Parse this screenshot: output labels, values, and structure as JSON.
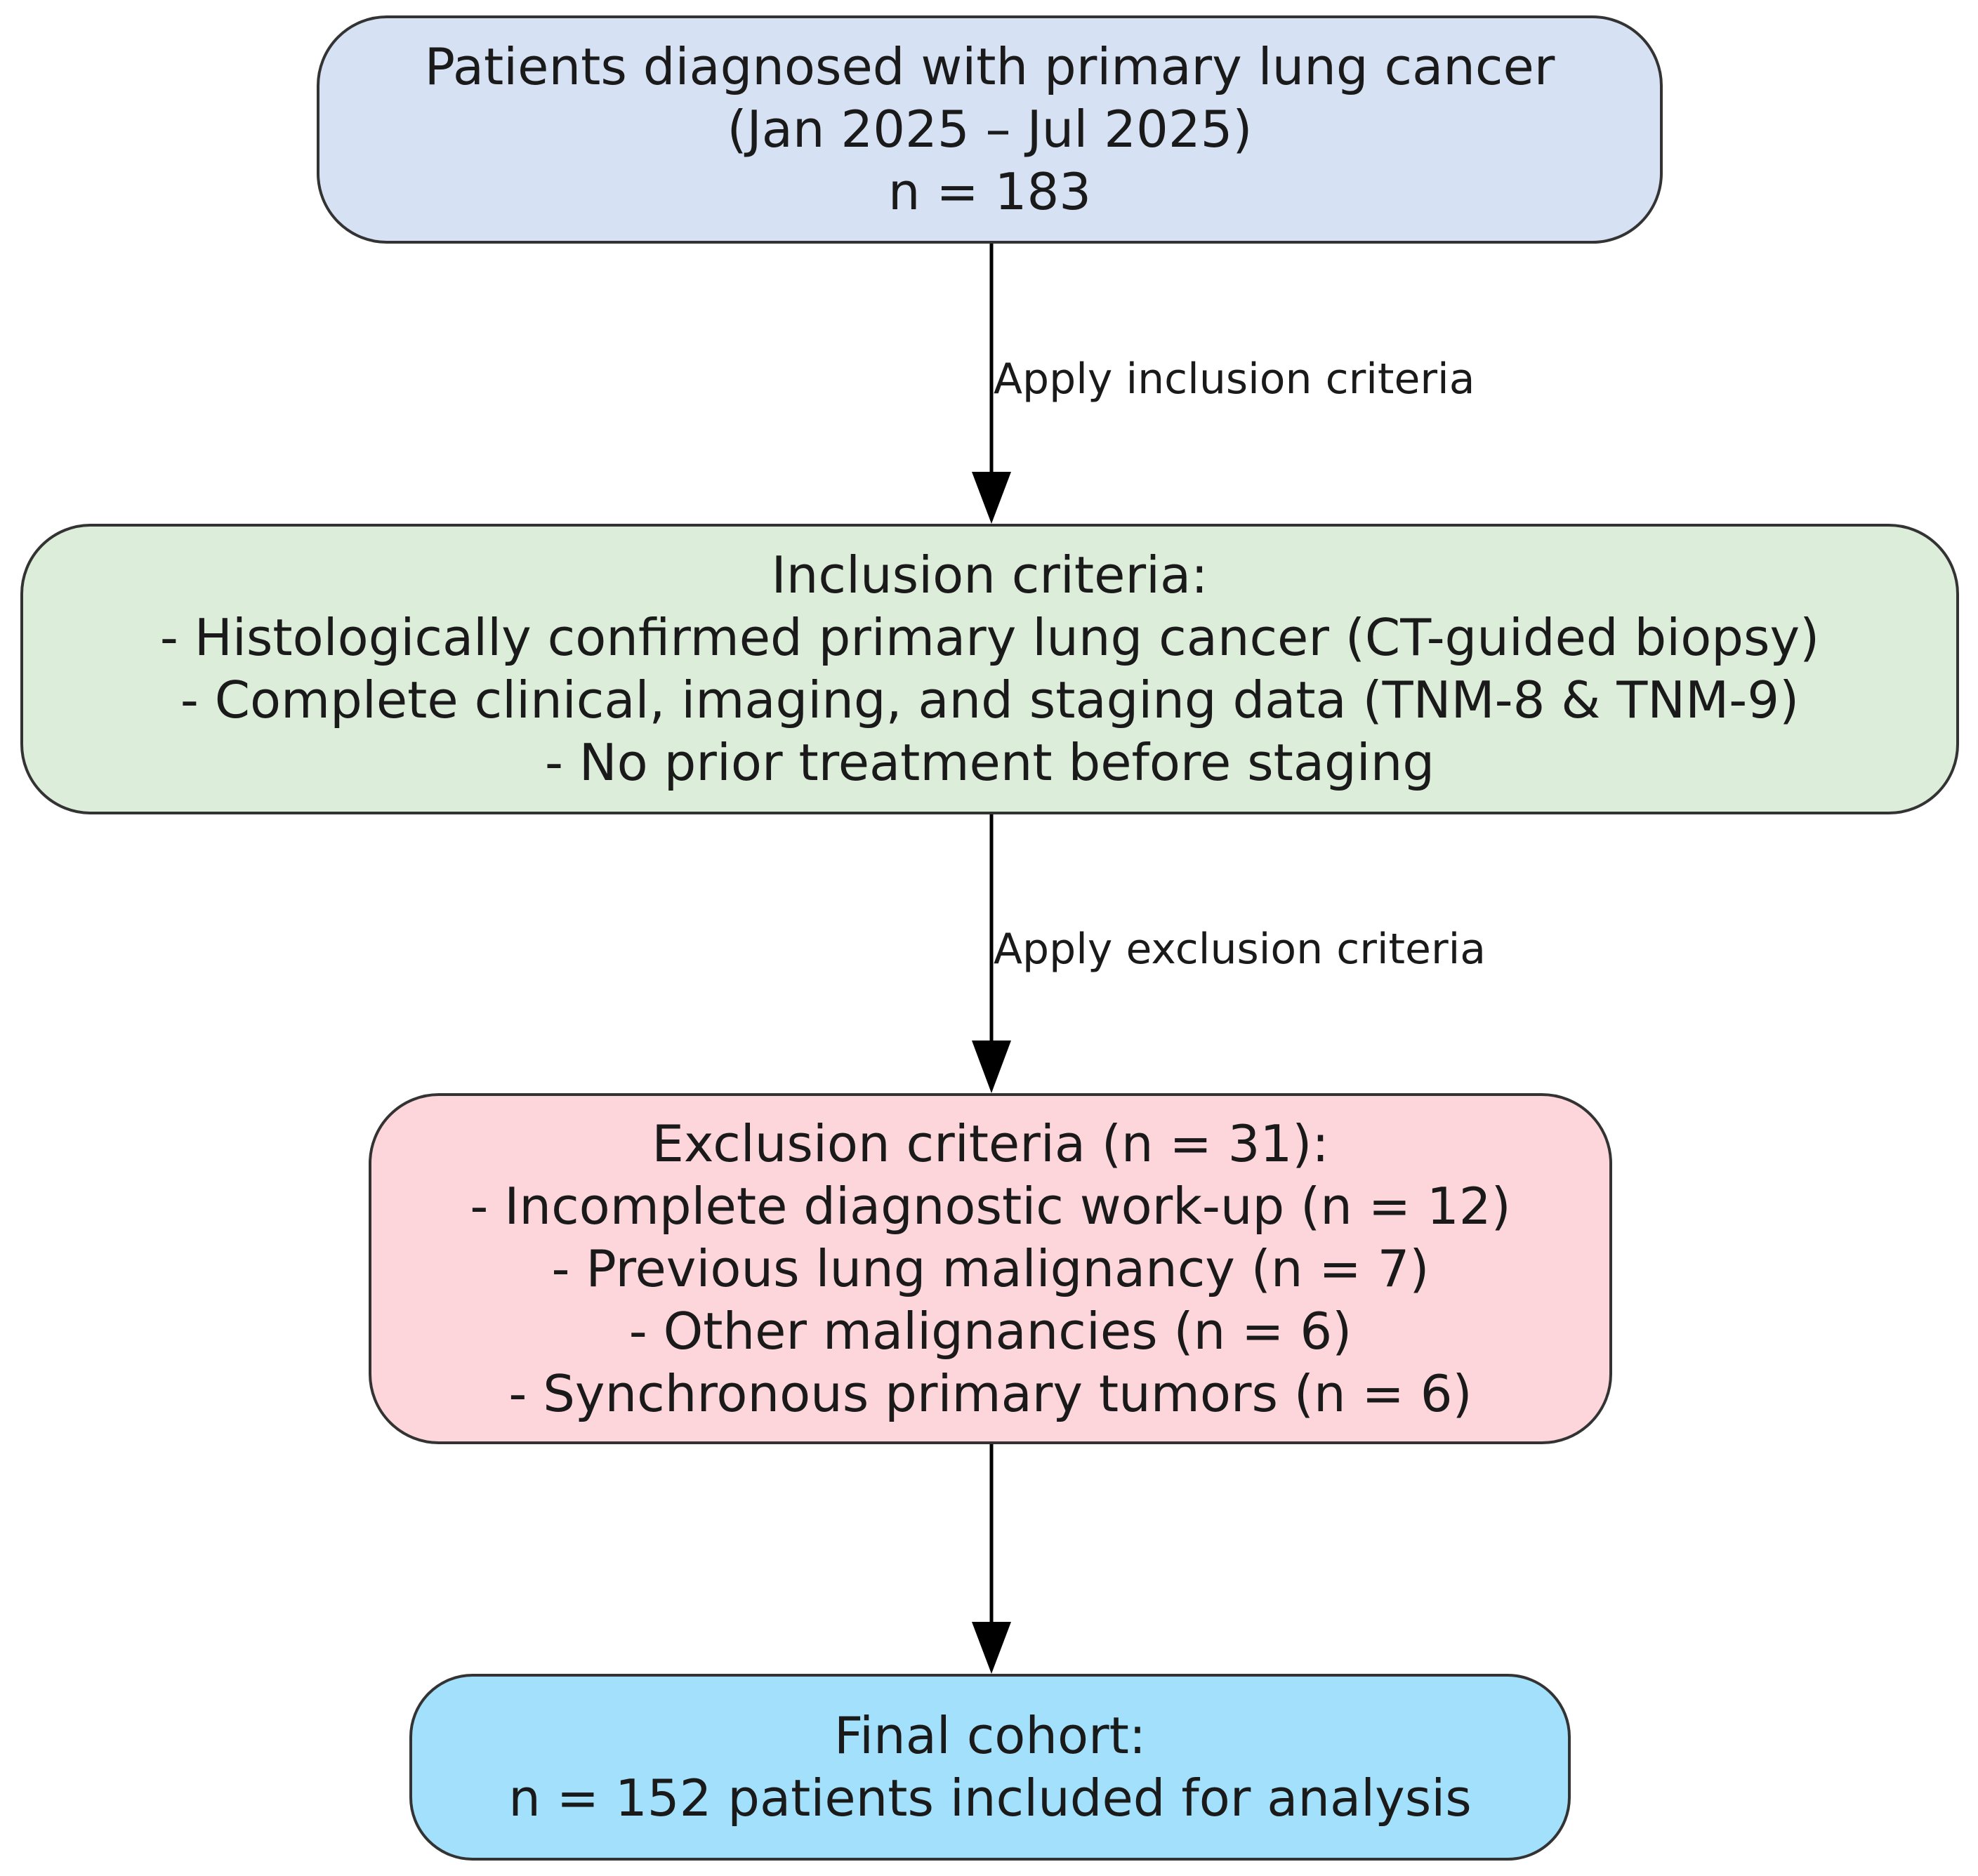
{
  "nodes": {
    "population": {
      "lines": [
        "Patients diagnosed with primary lung cancer",
        "(Jan 2025 – Jul 2025)",
        "n = 183"
      ],
      "fill": "#d6e2f3"
    },
    "inclusion": {
      "lines": [
        "Inclusion criteria:",
        "- Histologically confirmed primary lung cancer (CT-guided biopsy)",
        "- Complete clinical, imaging, and staging data (TNM-8 & TNM-9)",
        "- No prior treatment before staging"
      ],
      "fill": "#dcedd9"
    },
    "exclusion": {
      "lines": [
        "Exclusion criteria (n = 31):",
        "- Incomplete diagnostic work-up (n = 12)",
        "- Previous lung malignancy (n = 7)",
        "- Other malignancies (n = 6)",
        "- Synchronous primary tumors (n = 6)"
      ],
      "fill": "#fdd6db"
    },
    "final": {
      "lines": [
        "Final cohort:",
        "n = 152 patients included for analysis"
      ],
      "fill": "#a3e0fb"
    }
  },
  "edges": [
    {
      "from": "population",
      "to": "inclusion",
      "label": "Apply inclusion criteria"
    },
    {
      "from": "inclusion",
      "to": "exclusion",
      "label": "Apply exclusion criteria"
    },
    {
      "from": "exclusion",
      "to": "final",
      "label": ""
    }
  ],
  "colors": {
    "border": "#333333",
    "arrow": "#000000"
  }
}
